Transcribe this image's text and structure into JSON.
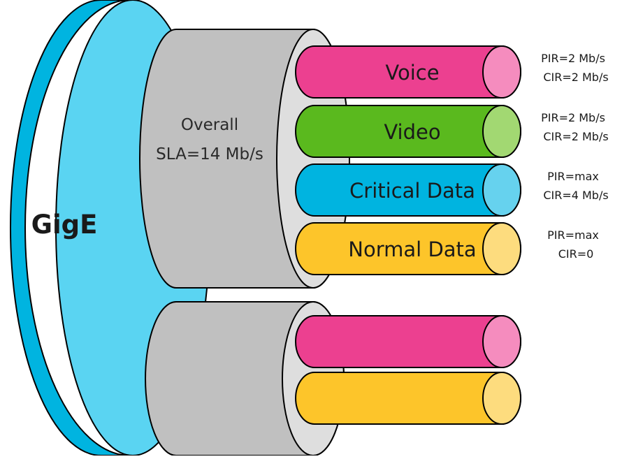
{
  "trunk": {
    "label": "GigE",
    "color": "#00b4e0",
    "rim_color": "#5ad4f2"
  },
  "bundles": [
    {
      "title_lines": [
        "Overall",
        "SLA=14 Mb/s"
      ],
      "color": "#c0c0c0",
      "face_color": "#dedede",
      "pipes": [
        {
          "label": "Voice",
          "color": "#ec4090",
          "end_color": "#f58cbe",
          "pir": "PIR=2 Mb/s",
          "cir": "CIR=2 Mb/s"
        },
        {
          "label": "Video",
          "color": "#5ab91e",
          "end_color": "#a2d872",
          "pir": "PIR=2 Mb/s",
          "cir": "CIR=2 Mb/s"
        },
        {
          "label": "Critical Data",
          "color": "#00b4e0",
          "end_color": "#66d2ee",
          "pir": "PIR=max",
          "cir": "CIR=4 Mb/s"
        },
        {
          "label": "Normal Data",
          "color": "#fdc52a",
          "end_color": "#fddc7e",
          "pir": "PIR=max",
          "cir": "CIR=0"
        }
      ]
    },
    {
      "title_lines": [],
      "color": "#c0c0c0",
      "face_color": "#dedede",
      "pipes": [
        {
          "label": "",
          "color": "#ec4090",
          "end_color": "#f58cbe"
        },
        {
          "label": "",
          "color": "#fdc52a",
          "end_color": "#fddc7e"
        }
      ]
    }
  ]
}
